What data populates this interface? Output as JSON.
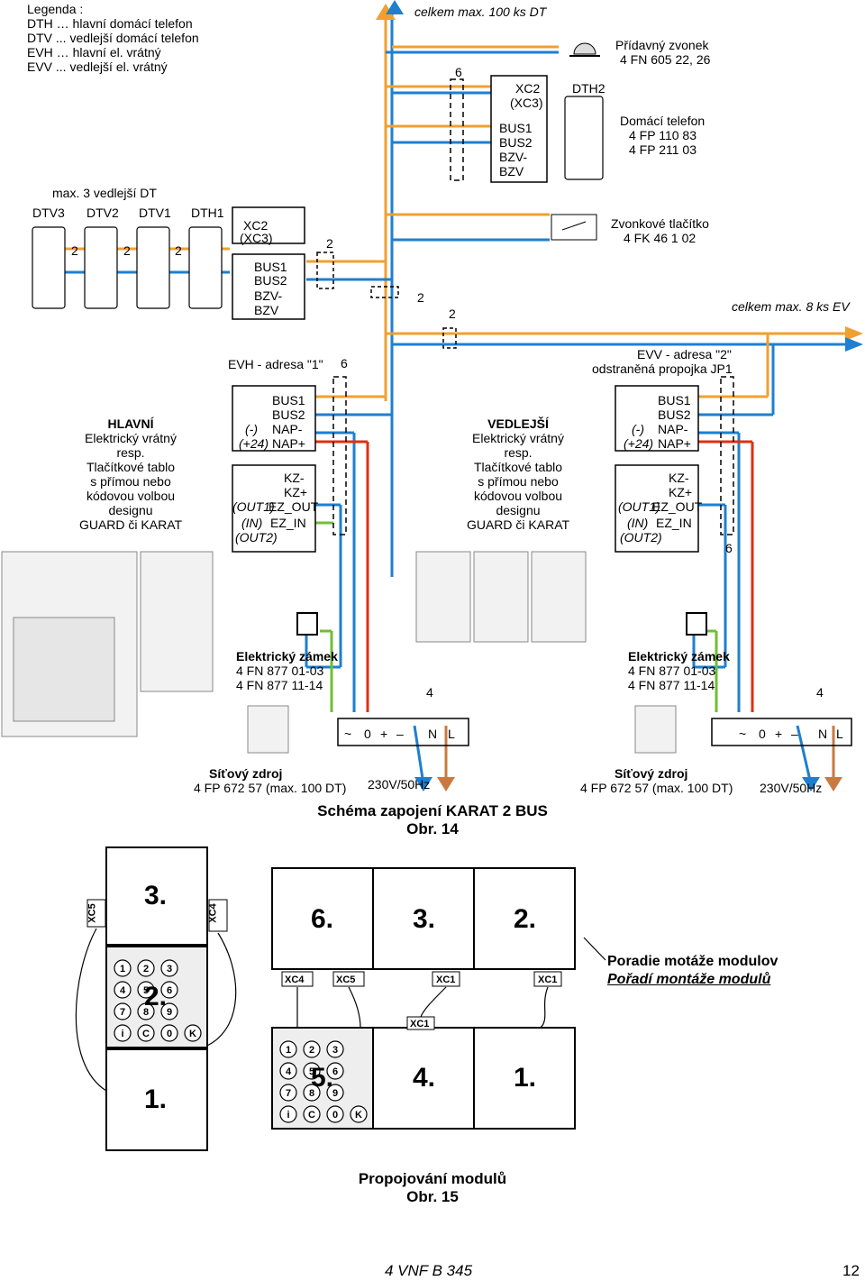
{
  "legend": {
    "title": "Legenda :",
    "items": [
      "DTH … hlavní domácí telefon",
      "DTV ... vedlejší domácí telefon",
      "EVH … hlavní el. vrátný",
      "EVV ... vedlejší el. vrátný"
    ]
  },
  "top": {
    "total_dt": "celkem max. 100 ks DT",
    "bell_label": "Přídavný zvonek",
    "bell_code": "4 FN 605 22, 26",
    "dth2": "DTH2",
    "phone_label": "Domácí telefon",
    "phone_codes": [
      "4 FP 110 83",
      "4 FP 211 03"
    ],
    "button_label": "Zvonkové tlačítko",
    "button_code": "4 FK 46 1 02",
    "total_ev": "celkem max. 8 ks EV",
    "max_dt": "max. 3 vedlejší DT",
    "phones": [
      "DTV3",
      "DTV2",
      "DTV1",
      "DTH1"
    ],
    "term_top": [
      "XC2",
      "(XC3)",
      "BUS1",
      "BUS2",
      "BZV-",
      "BZV"
    ],
    "term_left": [
      "XC2",
      "(XC3)",
      "BUS1",
      "BUS2",
      "BZV-",
      "BZV"
    ],
    "nums": [
      "6",
      "2",
      "2",
      "2",
      "2",
      "2",
      "2",
      "6",
      "6",
      "4",
      "4"
    ]
  },
  "evh": {
    "title": "EVH - adresa \"1\"",
    "terms": [
      "BUS1",
      "BUS2",
      "(-)",
      "NAP-",
      "(+24)",
      "NAP+",
      "KZ-",
      "KZ+",
      "(OUT1)",
      "EZ_OUT",
      "(IN)",
      "EZ_IN",
      "(OUT2)"
    ],
    "desc_title": "HLAVNÍ",
    "desc": [
      "Elektrický vrátný",
      "resp.",
      "Tlačítkové tablo",
      "s přímou nebo",
      "kódovou volbou",
      "designu",
      "GUARD či KARAT"
    ]
  },
  "evv": {
    "title": "EVV - adresa \"2\"",
    "subtitle": "odstraněná propojka JP1",
    "terms": [
      "BUS1",
      "BUS2",
      "(-)",
      "NAP-",
      "(+24)",
      "NAP+",
      "KZ-",
      "KZ+",
      "(OUT1)",
      "EZ_OUT",
      "(IN)",
      "EZ_IN",
      "(OUT2)"
    ],
    "desc_title": "VEDLEJŠÍ",
    "desc": [
      "Elektrický vrátný",
      "resp.",
      "Tlačítkové tablo",
      "s přímou nebo",
      "kódovou volbou",
      "designu",
      "GUARD či KARAT"
    ]
  },
  "lock": {
    "title": "Elektrický zámek",
    "codes": [
      "4 FN 877 01-03",
      "4 FN 877 11-14"
    ]
  },
  "psu": {
    "title": "Síťový zdroj",
    "code": "4 FP 672 57 (max. 100 DT)",
    "mains": "230V/50Hz",
    "terms": [
      "~",
      "0",
      "+",
      "–",
      "N",
      "L"
    ]
  },
  "fig14": {
    "title": "Schéma zapojení KARAT 2 BUS",
    "num": "Obr. 14"
  },
  "modules": {
    "left_numbers": [
      "3.",
      "2.",
      "1."
    ],
    "right_top": [
      "6.",
      "3.",
      "2."
    ],
    "right_bottom": [
      "5.",
      "4.",
      "1."
    ],
    "connectors": [
      "XC5",
      "XC4",
      "XC4",
      "XC5",
      "XC1",
      "XC1",
      "XC1"
    ],
    "keypad": [
      "1",
      "2",
      "3",
      "4",
      "5",
      "6",
      "7",
      "8",
      "9",
      "i",
      "C",
      "0",
      "K"
    ],
    "order_sk": "Poradie motáže modulov",
    "order_cz": "Pořadí montáže modulů"
  },
  "fig15": {
    "title": "Propojování modulů",
    "num": "Obr. 15"
  },
  "footer": {
    "doc": "4 VNF B 345",
    "page": "12"
  },
  "colors": {
    "orange": "#F0A030",
    "blue": "#1E7FD0",
    "red": "#E03010",
    "green": "#6DC030",
    "brown": "#C87A40"
  }
}
